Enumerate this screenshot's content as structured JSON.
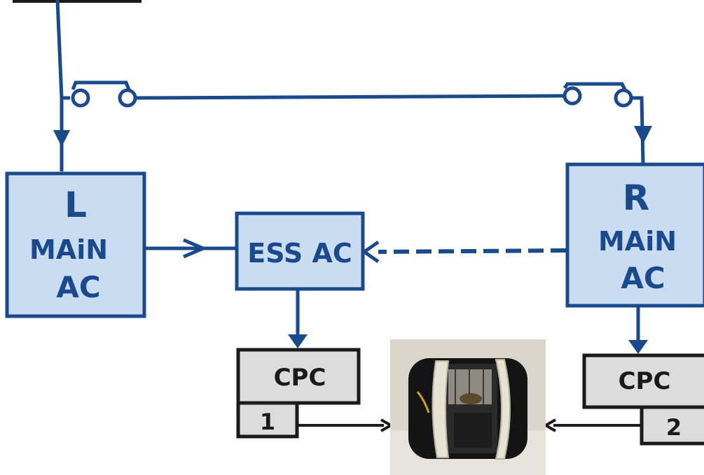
{
  "colors": {
    "line": "#1b4a8c",
    "box_fill": "#c9dcf1",
    "cpc_fill": "#dcdcdc",
    "cpc_border": "#1a1a1a",
    "photo_bg": "#dad6cd"
  },
  "boxes": {
    "left_main_ac": {
      "line1": "L",
      "line2": "MAiN",
      "line3": "AC"
    },
    "right_main_ac": {
      "line1": "R",
      "line2": "MAiN",
      "line3": "AC"
    },
    "ess_ac": {
      "label": "ESS AC"
    }
  },
  "cpc1": {
    "label": "CPC",
    "number": "1"
  },
  "cpc2": {
    "label": "CPC",
    "number": "2"
  },
  "photo": {
    "subject": "cabin pressure outflow valve"
  }
}
